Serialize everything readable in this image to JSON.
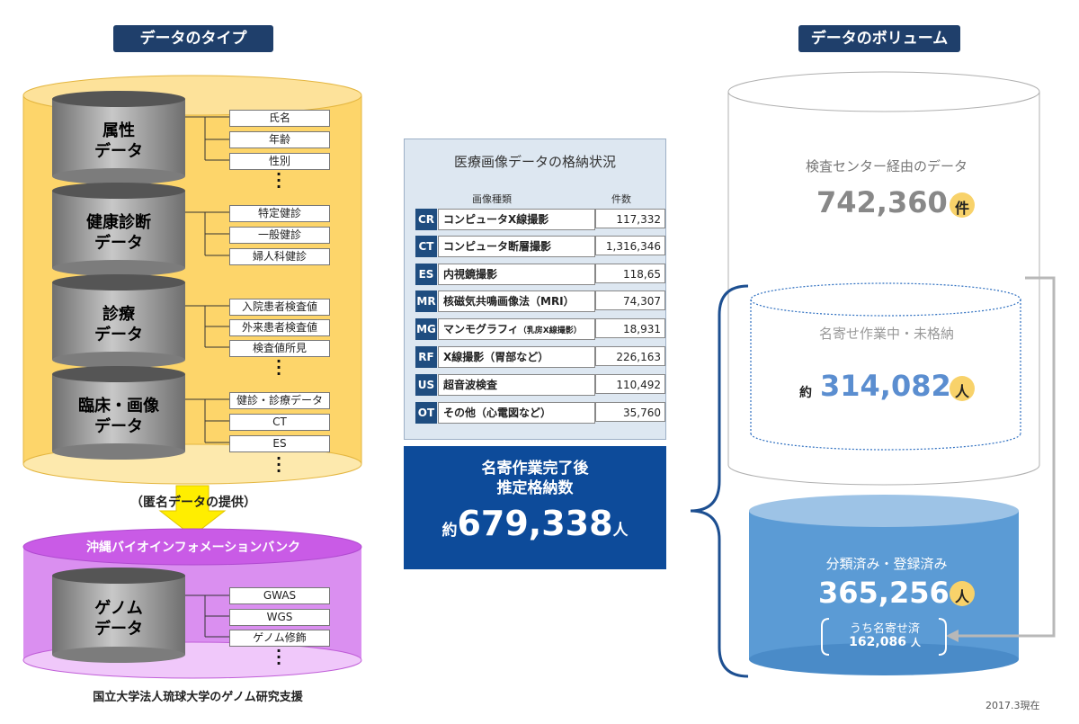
{
  "left": {
    "heading": "データのタイプ",
    "cylinders": [
      {
        "label1": "属性",
        "label2": "データ",
        "fields": [
          "氏名",
          "年齢",
          "性別"
        ]
      },
      {
        "label1": "健康診断",
        "label2": "データ",
        "fields": [
          "特定健診",
          "一般健診",
          "婦人科健診"
        ]
      },
      {
        "label1": "診療",
        "label2": "データ",
        "fields": [
          "入院患者検査値",
          "外来患者検査値",
          "検査値所見"
        ]
      },
      {
        "label1": "臨床・画像",
        "label2": "データ",
        "fields": [
          "健診・診療データ",
          "CT",
          "ES"
        ]
      }
    ],
    "arrow_label": "（匿名データの提供）",
    "biobank": {
      "title": "沖縄バイオインフォメーションバンク",
      "label1": "ゲノム",
      "label2": "データ",
      "fields": [
        "GWAS",
        "WGS",
        "ゲノム修飾"
      ]
    },
    "caption": "国立大学法人琉球大学のゲノム研究支援",
    "colors": {
      "yellow": "#fdd56a",
      "purple": "#da8ff0",
      "gray": "#999999"
    }
  },
  "middle": {
    "title": "医療画像データの格納状況",
    "col_type": "画像種類",
    "col_count": "件数",
    "rows": [
      {
        "code": "CR",
        "name": "コンピュータX線撮影",
        "note": "",
        "count": "117,332"
      },
      {
        "code": "CT",
        "name": "コンピュータ断層撮影",
        "note": "",
        "count": "1,316,346"
      },
      {
        "code": "ES",
        "name": "内視鏡撮影",
        "note": "",
        "count": "118,65"
      },
      {
        "code": "MR",
        "name": "核磁気共鳴画像法（MRI）",
        "note": "",
        "count": "74,307"
      },
      {
        "code": "MG",
        "name": "マンモグラフィ",
        "note": "（乳房X線撮影）",
        "count": "18,931"
      },
      {
        "code": "RF",
        "name": "X線撮影（胃部など）",
        "note": "",
        "count": "226,163"
      },
      {
        "code": "US",
        "name": "超音波検査",
        "note": "",
        "count": "110,492"
      },
      {
        "code": "OT",
        "name": "その他（心電図など）",
        "note": "",
        "count": "35,760"
      }
    ],
    "summary": {
      "line1": "名寄作業完了後",
      "line2": "推定格納数",
      "prefix": "約",
      "value": "679,338",
      "unit": "人"
    },
    "colors": {
      "panel": "#dde7f1",
      "code_bg": "#1f4d80",
      "summary_bg": "#0d4b9a"
    }
  },
  "right": {
    "heading": "データのボリューム",
    "outer": {
      "label": "検査センター経由のデータ",
      "value": "742,360",
      "unit": "件"
    },
    "pending": {
      "label": "名寄せ作業中・未格納",
      "prefix": "約",
      "value": "314,082",
      "unit": "人"
    },
    "done": {
      "label": "分類済み・登録済み",
      "value": "365,256",
      "unit": "人",
      "sub_label": "うち名寄せ済",
      "sub_value": "162,086",
      "sub_unit": "人"
    },
    "date": "2017.3現在",
    "colors": {
      "blue": "#5b9bd5",
      "badge": "#f8d26a",
      "value_blue": "#5b8ed0"
    }
  }
}
